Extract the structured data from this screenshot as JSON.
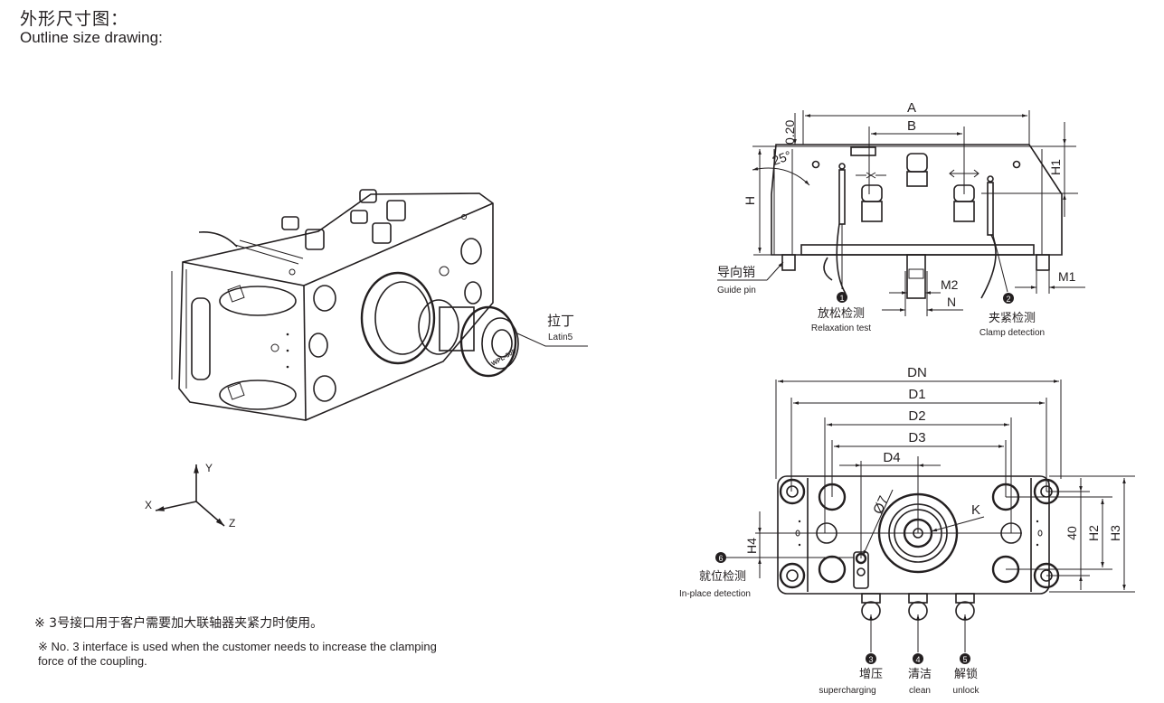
{
  "header": {
    "title_cn": "外形尺寸图：",
    "title_en": "Outline size drawing:"
  },
  "isometric_view": {
    "callout_cn": "拉丁",
    "callout_en": "Latin5",
    "engraving": "WPL-308",
    "axes": {
      "x": "X",
      "y": "Y",
      "z": "Z"
    }
  },
  "front_view": {
    "dims": {
      "A": "A",
      "B": "B",
      "H": "H",
      "H1": "H1",
      "chamfer": "0.20",
      "angle": "25°",
      "M1": "M1",
      "M2": "M2",
      "N": "N"
    },
    "labels": {
      "guide_pin_cn": "导向销",
      "guide_pin_en": "Guide pin",
      "relax_num": "1",
      "relax_cn": "放松检测",
      "relax_en": "Relaxation test",
      "clamp_num": "2",
      "clamp_cn": "夹紧检测",
      "clamp_en": "Clamp detection"
    }
  },
  "top_view": {
    "dims": {
      "DN": "DN",
      "D1": "D1",
      "D2": "D2",
      "D3": "D3",
      "D4": "D4",
      "phi7": "Ø7",
      "K": "K",
      "H2": "H2",
      "H3": "H3",
      "H4": "H4",
      "forty": "40"
    },
    "labels": {
      "inplace_num": "6",
      "inplace_cn": "就位检测",
      "inplace_en": "In-place detection",
      "ports": [
        {
          "num": "3",
          "cn": "增压",
          "en": "supercharging"
        },
        {
          "num": "4",
          "cn": "清洁",
          "en": "clean"
        },
        {
          "num": "5",
          "cn": "解锁",
          "en": "unlock"
        }
      ]
    }
  },
  "notes": {
    "cn": "※ 3号接口用于客户需要加大联轴器夹紧力时使用。",
    "en": "※ No. 3 interface is used when the customer needs to increase the clamping force of the coupling."
  }
}
